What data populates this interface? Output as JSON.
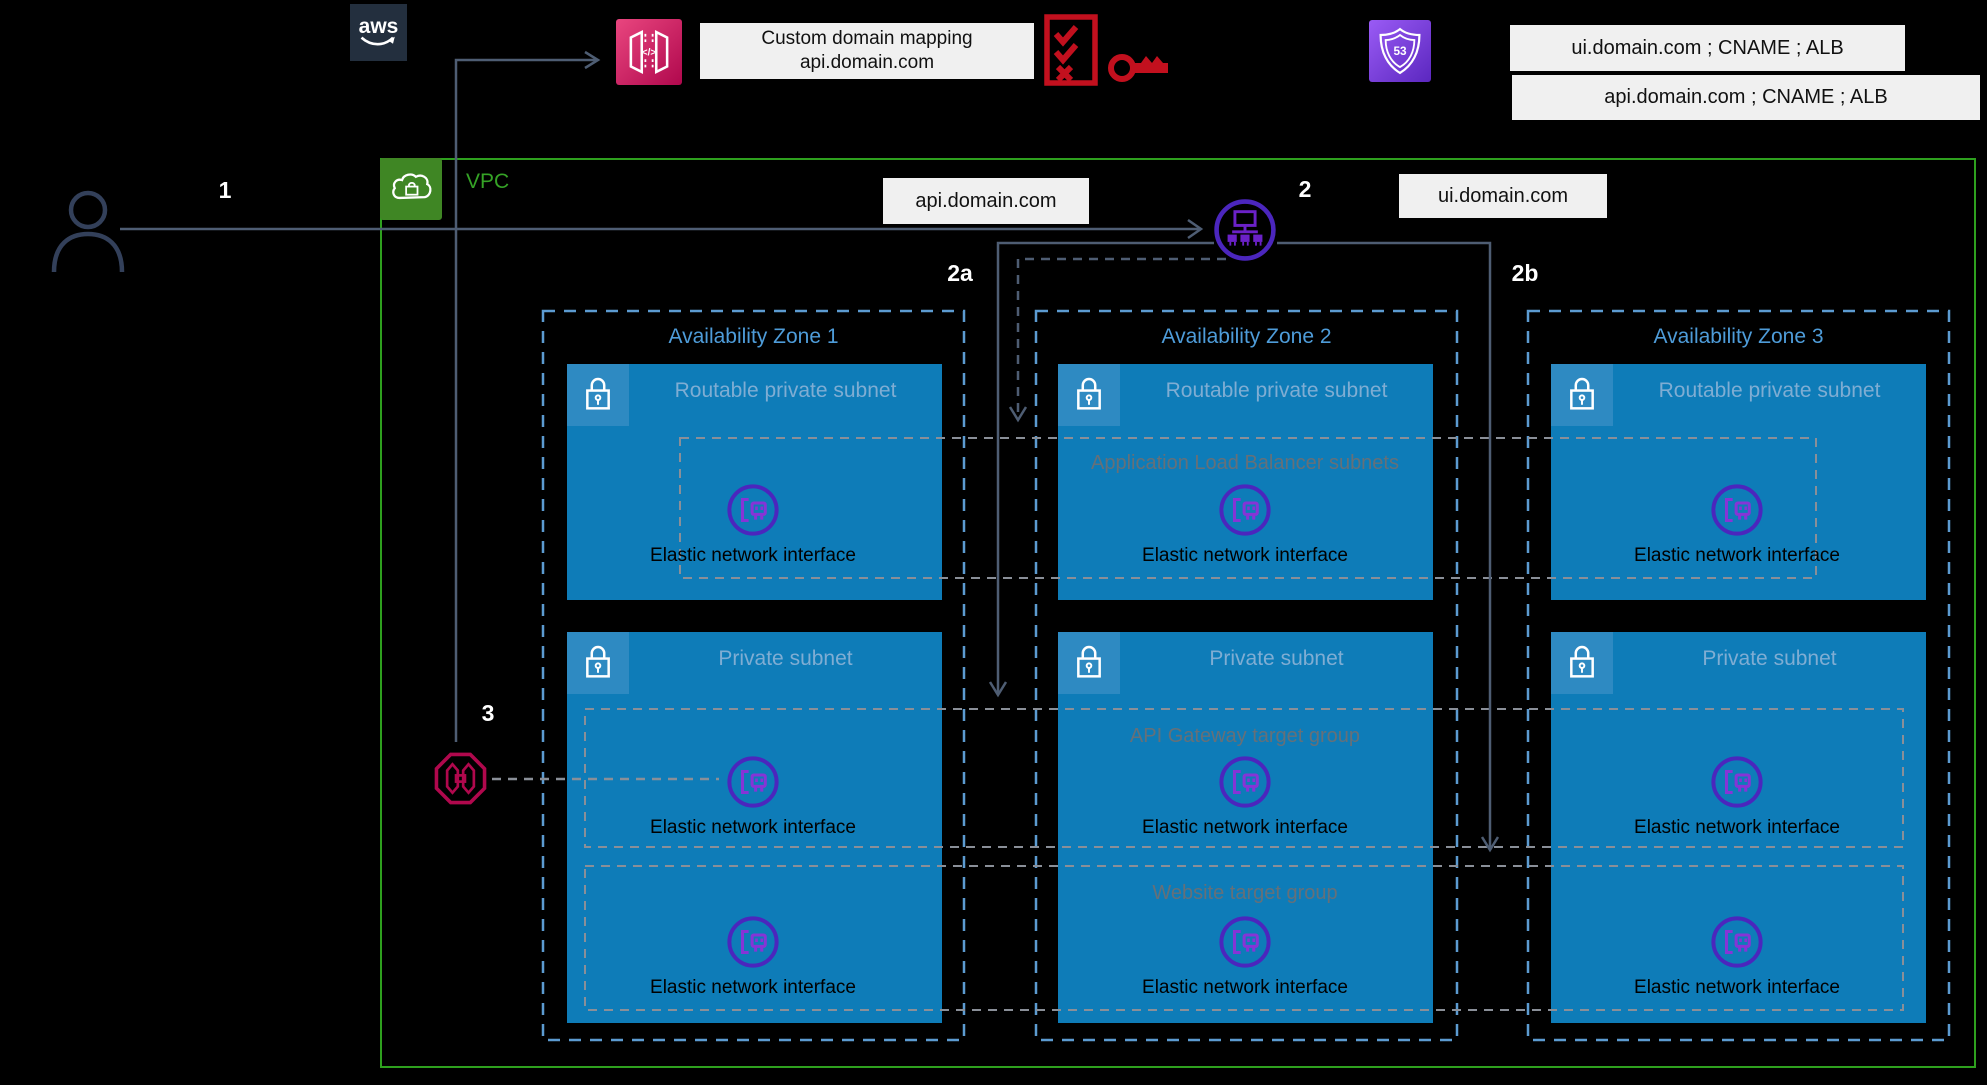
{
  "palette": {
    "background": "#000000",
    "dark_navy_square": "#232F3E",
    "flow_line_navy": "#4E5D73",
    "vpc_border_green": "#2EA01E",
    "vpc_icon_green": "#3F8624",
    "az_border_blue": "#5C9BD1",
    "subnet_fill_blue": "#0E7CB8",
    "lock_chip_blue": "#2E8AC2",
    "subnet_title_blue": "#7FADD3",
    "group_dash_gray": "#8A8F98",
    "group_label_gray": "#667078",
    "eni_ring_purple": "#4B26BD",
    "eni_glyph_violet": "#8634D6",
    "load_balancer_purple": "#4B26BD",
    "api_gateway_pink_dark": "#B0084D",
    "api_gateway_pink_light": "#E9467F",
    "route53_purple_dark": "#5B27BF",
    "route53_purple_light": "#9A5BF5",
    "security_red": "#C2101E",
    "vpc_link_crimson": "#B0084D",
    "label_chip_bg": "#F0F0F0"
  },
  "header": {
    "aws_logo": "aws",
    "api_gateway_glyph": "</>",
    "custom_domain_mapping": {
      "line1": "Custom domain mapping",
      "line2": "api.domain.com"
    },
    "route53_badge": "53",
    "dns_records": [
      {
        "text": "ui.domain.com ; CNAME ; ALB"
      },
      {
        "text": "api.domain.com ; CNAME ; ALB"
      }
    ]
  },
  "flow_steps": {
    "s1": "1",
    "s2": "2",
    "s2a": "2a",
    "s2b": "2b",
    "s3": "3"
  },
  "vpc": {
    "label": "VPC"
  },
  "domain_chips": {
    "api": "api.domain.com",
    "ui": "ui.domain.com"
  },
  "availability_zones": [
    {
      "title": "Availability Zone 1"
    },
    {
      "title": "Availability Zone 2"
    },
    {
      "title": "Availability Zone 3"
    }
  ],
  "subnets": {
    "routable": "Routable private subnet",
    "private": "Private subnet"
  },
  "groups": {
    "alb_subnets": "Application Load Balancer subnets",
    "api_gateway_target_group": "API Gateway target group",
    "website_target_group": "Website target group"
  },
  "labels": {
    "eni": "Elastic network interface"
  }
}
